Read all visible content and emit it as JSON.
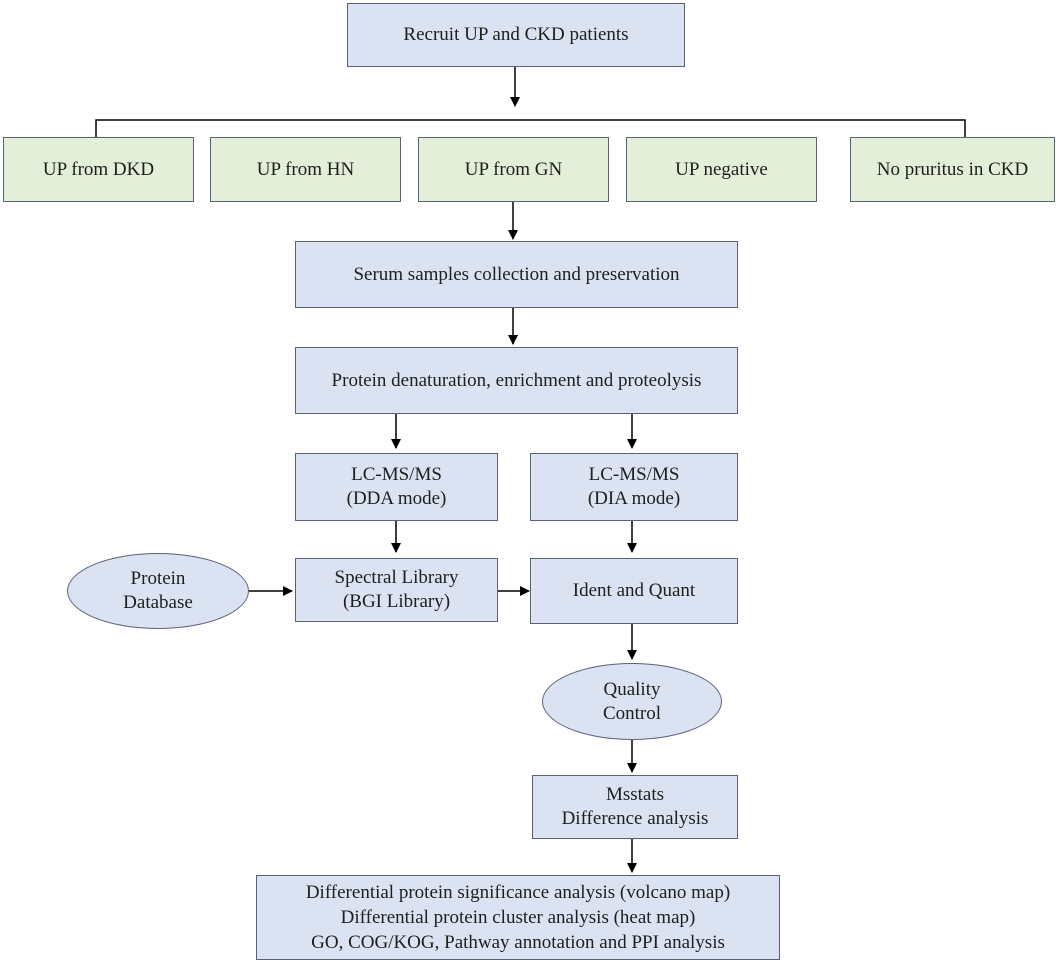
{
  "recruit": "Recruit UP and CKD patients",
  "groups": [
    "UP from DKD",
    "UP from HN",
    "UP from GN",
    "UP negative",
    "No pruritus in CKD"
  ],
  "serum": "Serum samples collection and preservation",
  "protein_prep": "Protein denaturation, enrichment and proteolysis",
  "dda": [
    "LC-MS/MS",
    "(DDA mode)"
  ],
  "dia": [
    "LC-MS/MS",
    "(DIA mode)"
  ],
  "protein_db": [
    "Protein",
    "Database"
  ],
  "spectral_library": [
    "Spectral Library",
    "(BGI Library)"
  ],
  "ident_quant": "Ident and Quant",
  "quality_control": [
    "Quality",
    "Control"
  ],
  "msstats": [
    "Msstats",
    "Difference analysis"
  ],
  "final_analysis": [
    "Differential protein significance analysis (volcano map)",
    "Differential protein cluster analysis (heat map)",
    "GO, COG/KOG, Pathway annotation and PPI analysis"
  ],
  "colors": {
    "box_blue": "#dbe3f3",
    "box_green": "#e3efd8",
    "border": "#5a6178"
  }
}
